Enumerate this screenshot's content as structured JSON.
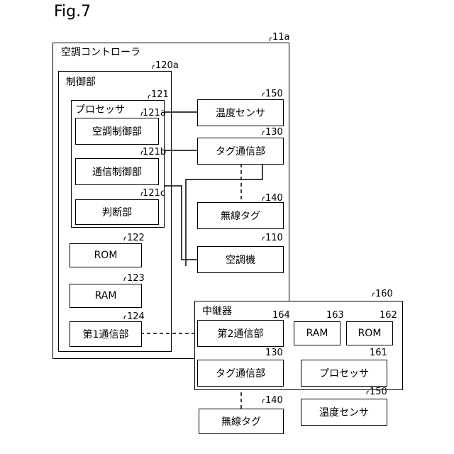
{
  "figure_label": "Fig.7",
  "controller": {
    "title": "空調コントローラ",
    "ref": "11a",
    "control_unit": {
      "title": "制御部",
      "ref": "120a",
      "processor": {
        "title": "プロセッサ",
        "ref": "121",
        "ac_control": {
          "label": "空調制御部",
          "ref": "121a"
        },
        "comm_control": {
          "label": "通信制御部",
          "ref": "121b"
        },
        "judgment": {
          "label": "判断部",
          "ref": "121c"
        }
      },
      "rom": {
        "label": "ROM",
        "ref": "122"
      },
      "ram": {
        "label": "RAM",
        "ref": "123"
      },
      "comm1": {
        "label": "第1通信部",
        "ref": "124"
      }
    },
    "temp_sensor": {
      "label": "温度センサ",
      "ref": "150"
    },
    "tag_comm": {
      "label": "タグ通信部",
      "ref": "130"
    }
  },
  "wireless_tag_1": {
    "label": "無線タグ",
    "ref": "140"
  },
  "air_conditioner": {
    "label": "空調機",
    "ref": "110"
  },
  "relay": {
    "title": "中継器",
    "ref": "160",
    "comm2": {
      "label": "第2通信部",
      "ref": "164"
    },
    "ram": {
      "label": "RAM",
      "ref": "163"
    },
    "rom": {
      "label": "ROM",
      "ref": "162"
    },
    "tag_comm": {
      "label": "タグ通信部",
      "ref": "130"
    },
    "processor": {
      "label": "プロセッサ",
      "ref": "161"
    },
    "temp_sensor": {
      "label": "温度センサ",
      "ref": "150"
    }
  },
  "wireless_tag_2": {
    "label": "無線タグ",
    "ref": "140"
  }
}
